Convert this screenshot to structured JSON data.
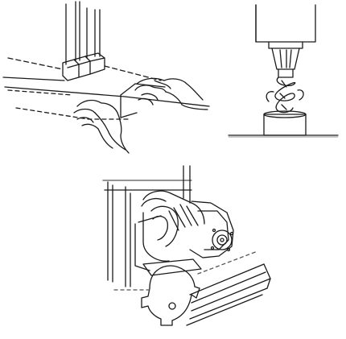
{
  "colors": {
    "background": "#ffffff",
    "line": "#1a1a1a",
    "light_line": "#555555"
  },
  "figures": [
    {
      "depicts": "hands-feeding-board-under-router-bit",
      "icon": "hands-board-icon"
    },
    {
      "depicts": "spindle-with-twist-drill-bit-on-base",
      "icon": "drill-bit-icon"
    },
    {
      "depicts": "router-motor-with-roller-wheel-on-rail",
      "icon": "router-machine-icon"
    }
  ]
}
